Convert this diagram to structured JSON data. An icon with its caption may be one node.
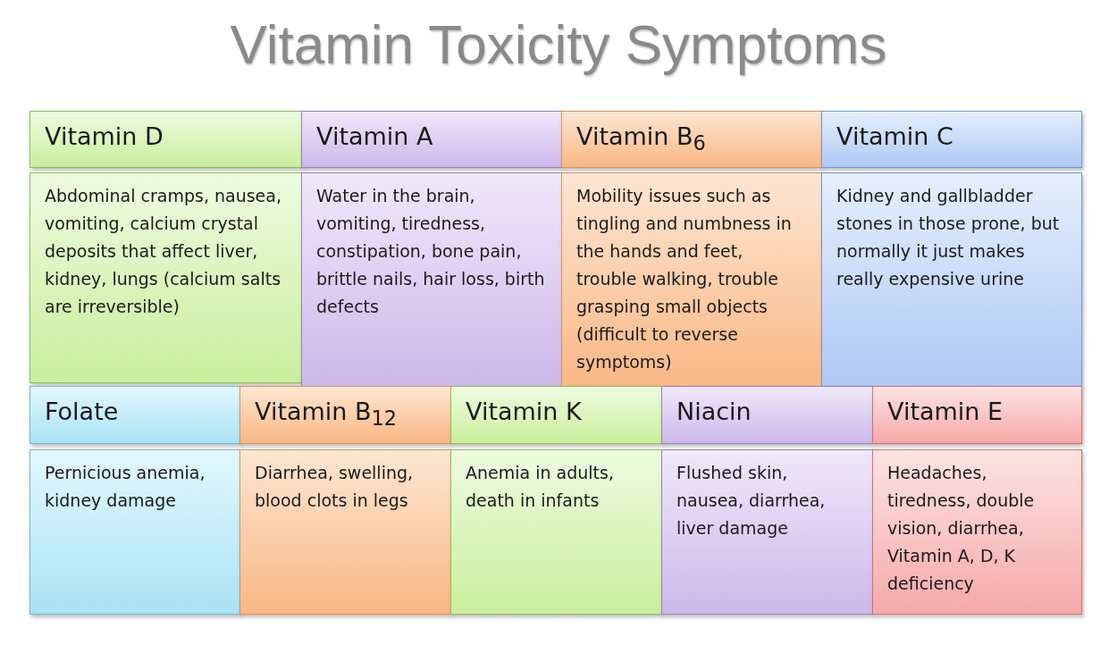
{
  "diagram": {
    "title": "Vitamin Toxicity Symptoms",
    "nodes": [
      {
        "text": [
          "Vitamin D"
        ]
      },
      {
        "text": [
          "Vitamin A"
        ]
      },
      {
        "text": [
          "Vitamin B$_{6}$"
        ]
      },
      {
        "text": [
          "Vitamin C"
        ]
      },
      {
        "text": [
          "Abdominal cramps, nausea, vomiting, calcium crystal deposits that affect liver, kidney, lungs (calcium salts are irreversible)"
        ]
      },
      {
        "text": [
          "Water in the brain, vomiting, tiredness, constipation, bone pain, brittle nails, hair loss, birth defects"
        ]
      },
      {
        "text": [
          "Mobility issues such as tingling and numbness in the hands and feet, trouble walking, trouble grasping small objects (difficult to reverse symptoms)"
        ]
      },
      {
        "text": [
          "Kidney and gallbladder stones in those prone, but normally it just makes really expensive urine"
        ]
      },
      {
        "text": [
          "Folate"
        ]
      },
      {
        "text": [
          "Vitamin B$_{12}$"
        ]
      },
      {
        "text": [
          "Vitamin K"
        ]
      },
      {
        "text": [
          "Niacin"
        ]
      },
      {
        "text": [
          "Vitamin E"
        ]
      },
      {
        "text": [
          "Pernicious anemia, kidney damage"
        ]
      },
      {
        "text": [
          "Diarrhea, swelling, blood clots in legs"
        ]
      },
      {
        "text": [
          "Anemia in adults, death in infants"
        ]
      },
      {
        "text": [
          "Flushed skin, nausea, diarrhea, liver damage"
        ]
      },
      {
        "text": [
          "Headaches, tiredness, double vision, diarrhea, Vitamin A, D, K deficiency"
        ]
      }
    ]
  }
}
